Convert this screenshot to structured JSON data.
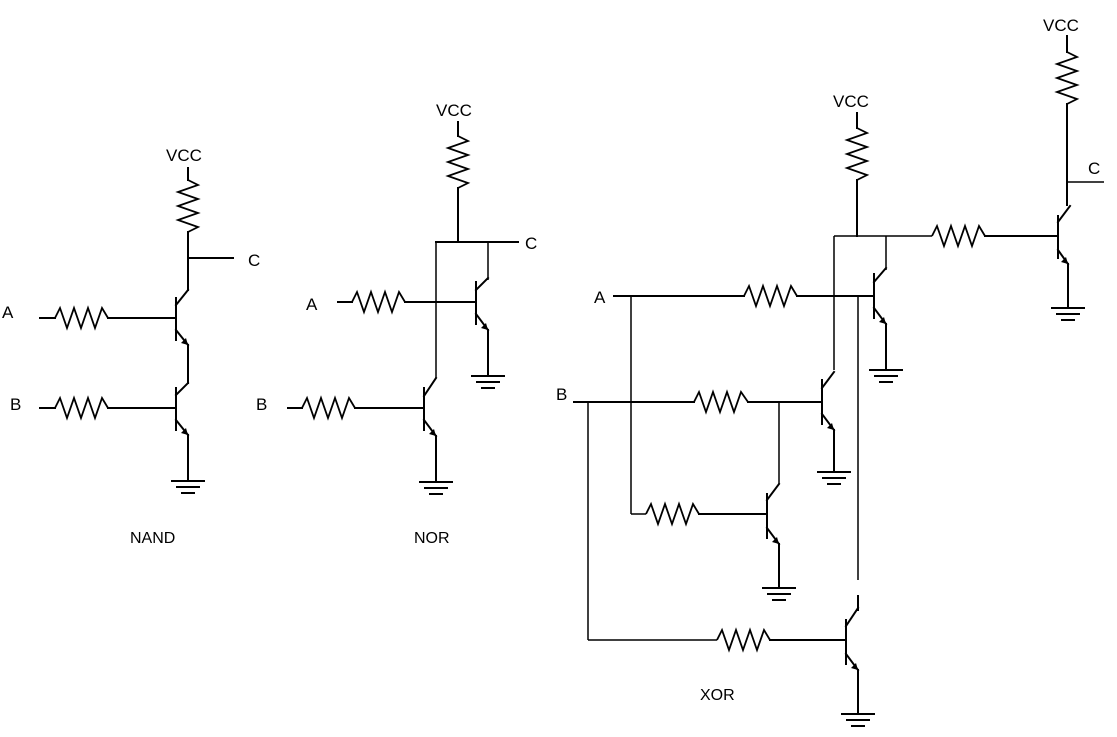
{
  "nand": {
    "vcc": "VCC",
    "input_a": "A",
    "input_b": "B",
    "output_c": "C",
    "caption": "NAND"
  },
  "nor": {
    "vcc": "VCC",
    "input_a": "A",
    "input_b": "B",
    "output_c": "C",
    "caption": "NOR"
  },
  "xor": {
    "vcc_left": "VCC",
    "vcc_right": "VCC",
    "input_a": "A",
    "input_b": "B",
    "output_c": "C",
    "caption": "XOR"
  }
}
